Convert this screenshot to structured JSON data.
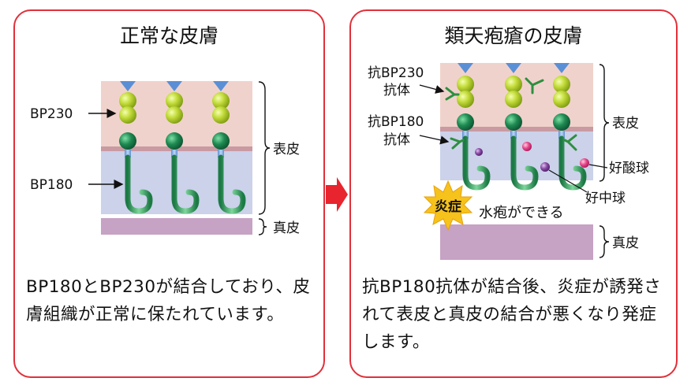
{
  "left_panel": {
    "title": "正常な皮膚",
    "labels": {
      "bp230": "BP230",
      "bp180": "BP180",
      "epidermis": "表皮",
      "dermis": "真皮"
    },
    "caption": "BP180とBP230が結合しており、皮膚組織が正常に保たれています。"
  },
  "right_panel": {
    "title": "類天疱瘡の皮膚",
    "labels": {
      "anti_bp230_l1": "抗BP230",
      "anti_bp230_l2": "抗体",
      "anti_bp180_l1": "抗BP180",
      "anti_bp180_l2": "抗体",
      "epidermis": "表皮",
      "eosinophil": "好酸球",
      "neutrophil": "好中球",
      "inflammation": "炎症",
      "blister": "水疱ができる",
      "dermis": "真皮"
    },
    "caption": "抗BP180抗体が結合後、炎症が誘発されて表皮と真皮の結合が悪くなり発症します。"
  },
  "colors": {
    "panel_border": "#e0303a",
    "epidermis": "#f0d2cc",
    "basement_membrane": "#c99aa2",
    "lower_layer": "#cbd2ea",
    "dermis": "#c6a2c4",
    "bp230": "#b6d42e",
    "bp180_head": "#1f8a52",
    "bp180_stem": "#3aa66a",
    "antibody": "#2e8f3f",
    "eosinophil": "#e8488a",
    "neutrophil": "#8a4aa6",
    "arrow": "#e8242e",
    "burst": "#f6c21c"
  }
}
